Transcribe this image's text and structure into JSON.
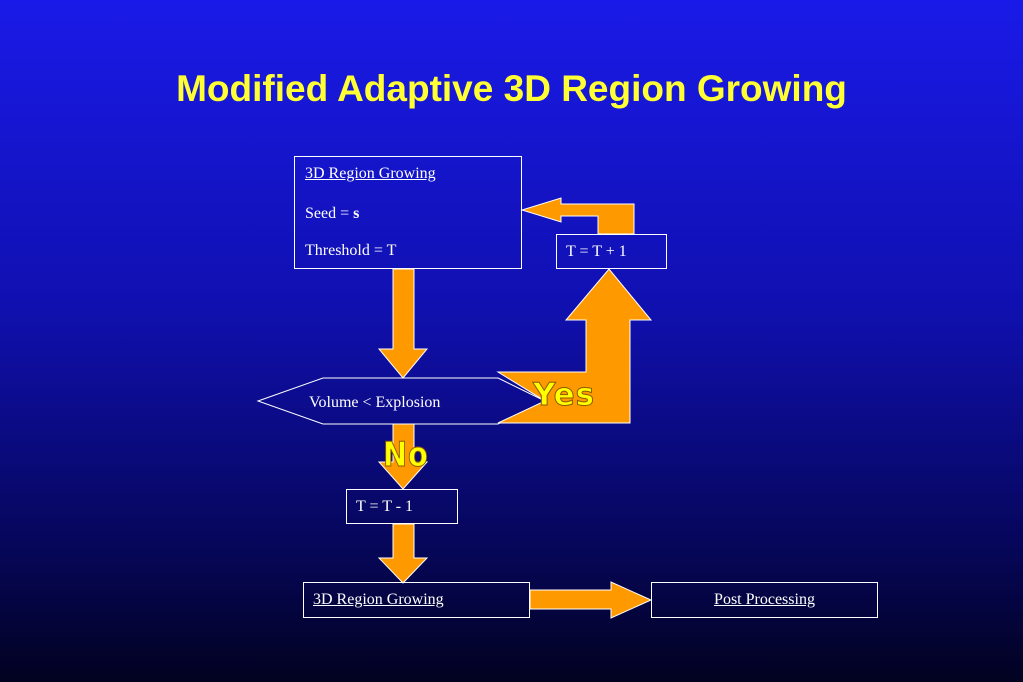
{
  "title": "Modified Adaptive 3D Region Growing",
  "nodes": {
    "initial_region_growing": {
      "heading": "3D Region Growing",
      "seed_label": "Seed = ",
      "seed_value": "s",
      "threshold": "Threshold = T"
    },
    "increment": "T = T + 1",
    "decision": "Volume < Explosion",
    "decrement": "T = T - 1",
    "final_region_growing": "3D Region Growing",
    "post_processing": "Post Processing"
  },
  "edge_labels": {
    "yes": "Yes",
    "no": "No"
  },
  "colors": {
    "background_top": "#1a1ae8",
    "background_bottom": "#020220",
    "title": "#ffff33",
    "arrow": "#ff9900",
    "text": "#ffffff",
    "edge_label": "#ffff00"
  }
}
